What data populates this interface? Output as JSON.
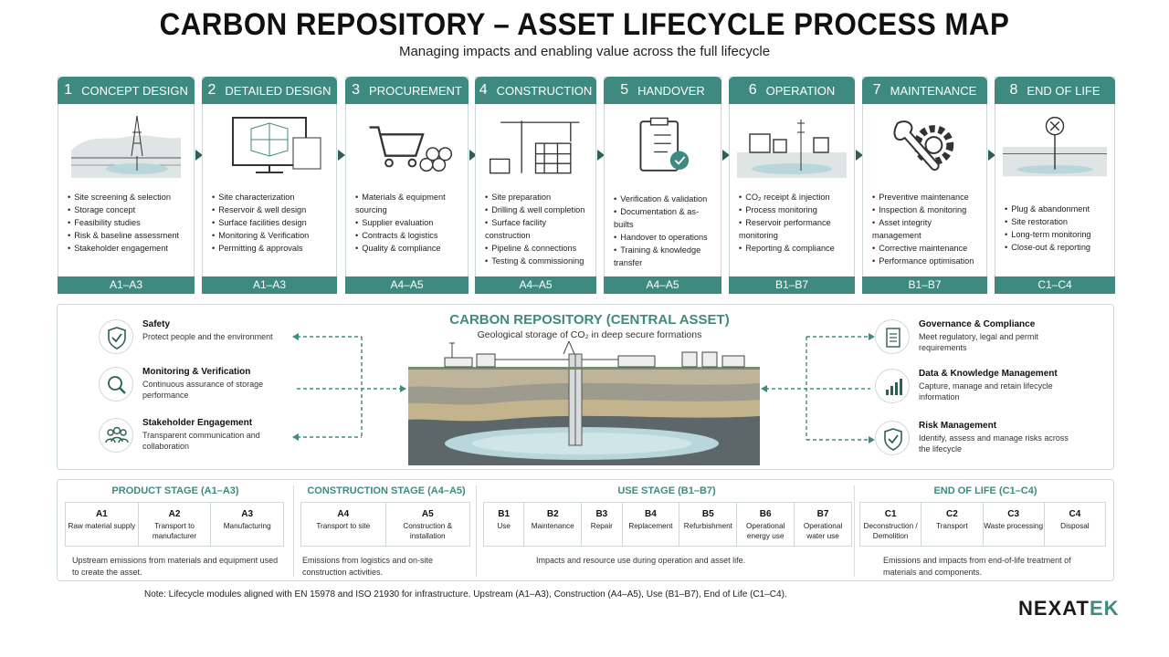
{
  "title": "CARBON REPOSITORY – ASSET LIFECYCLE PROCESS MAP",
  "subtitle": "Managing impacts and enabling value across the full lifecycle",
  "stages": [
    {
      "num": "1",
      "label": "CONCEPT DESIGN",
      "icon": "site-survey-icon",
      "items": [
        "Site screening & selection",
        "Storage concept",
        "Feasibility studies",
        "Risk & baseline assessment",
        "Stakeholder engagement"
      ],
      "modules": "A1–A3"
    },
    {
      "num": "2",
      "label": "DETAILED DESIGN",
      "icon": "design-monitor-icon",
      "items": [
        "Site characterization",
        "Reservoir & well design",
        "Surface facilities design",
        "Monitoring & Verification",
        "Permitting & approvals"
      ],
      "modules": "A1–A3"
    },
    {
      "num": "3",
      "label": "PROCUREMENT",
      "icon": "shopping-cart-icon",
      "items": [
        "Materials & equipment sourcing",
        "Supplier evaluation",
        "Contracts & logistics",
        "Quality & compliance"
      ],
      "modules": "A4–A5"
    },
    {
      "num": "4",
      "label": "CONSTRUCTION",
      "icon": "crane-icon",
      "items": [
        "Site preparation",
        "Drilling & well completion",
        "Surface facility construction",
        "Pipeline & connections",
        "Testing & commissioning"
      ],
      "modules": "A4–A5"
    },
    {
      "num": "5",
      "label": "HANDOVER",
      "icon": "clipboard-check-icon",
      "items": [
        "Verification & validation",
        "Documentation & as-builts",
        "Handover to operations",
        "Training & knowledge transfer"
      ],
      "modules": "A4–A5"
    },
    {
      "num": "6",
      "label": "OPERATION",
      "icon": "injection-facility-icon",
      "items": [
        "CO₂ receipt & injection",
        "Process monitoring",
        "Reservoir performance monitoring",
        "Reporting & compliance"
      ],
      "modules": "B1–B7"
    },
    {
      "num": "7",
      "label": "MAINTENANCE",
      "icon": "wrench-gear-icon",
      "items": [
        "Preventive maintenance",
        "Inspection & monitoring",
        "Asset integrity management",
        "Corrective maintenance",
        "Performance optimisation"
      ],
      "modules": "B1–B7"
    },
    {
      "num": "8",
      "label": "END OF LIFE",
      "icon": "plugged-well-icon",
      "items": [
        "Plug & abandonment",
        "Site restoration",
        "Long-term monitoring",
        "Close-out & reporting"
      ],
      "modules": "C1–C4"
    }
  ],
  "central": {
    "title": "CARBON REPOSITORY (CENTRAL ASSET)",
    "subtitle": "Geological storage of CO₂ in deep secure formations",
    "left": [
      {
        "title": "Safety",
        "desc": "Protect people and the environment",
        "icon": "shield-check-icon"
      },
      {
        "title": "Monitoring & Verification",
        "desc": "Continuous assurance of storage performance",
        "icon": "magnifier-icon"
      },
      {
        "title": "Stakeholder Engagement",
        "desc": "Transparent communication and collaboration",
        "icon": "people-icon"
      }
    ],
    "right": [
      {
        "title": "Governance & Compliance",
        "desc": "Meet regulatory, legal and permit requirements",
        "icon": "checklist-icon"
      },
      {
        "title": "Data & Knowledge Management",
        "desc": "Capture, manage and retain lifecycle information",
        "icon": "bar-chart-icon"
      },
      {
        "title": "Risk Management",
        "desc": "Identify, assess and manage risks across the lifecycle",
        "icon": "shield-check-icon"
      }
    ]
  },
  "lifecycle": {
    "product": {
      "title": "PRODUCT STAGE (A1–A3)",
      "cells": [
        {
          "code": "A1",
          "name": "Raw material supply"
        },
        {
          "code": "A2",
          "name": "Transport to manufacturer"
        },
        {
          "code": "A3",
          "name": "Manufacturing"
        }
      ],
      "note": "Upstream emissions from materials and equipment used to create the asset."
    },
    "construction": {
      "title": "CONSTRUCTION STAGE (A4–A5)",
      "cells": [
        {
          "code": "A4",
          "name": "Transport to site"
        },
        {
          "code": "A5",
          "name": "Construction & installation"
        }
      ],
      "note": "Emissions from logistics and on-site construction activities."
    },
    "use": {
      "title": "USE STAGE (B1–B7)",
      "cells": [
        {
          "code": "B1",
          "name": "Use"
        },
        {
          "code": "B2",
          "name": "Maintenance"
        },
        {
          "code": "B3",
          "name": "Repair"
        },
        {
          "code": "B4",
          "name": "Replacement"
        },
        {
          "code": "B5",
          "name": "Refurbishment"
        },
        {
          "code": "B6",
          "name": "Operational energy use"
        },
        {
          "code": "B7",
          "name": "Operational water use"
        }
      ],
      "note": "Impacts and resource use during operation and asset life."
    },
    "eol": {
      "title": "END OF LIFE (C1–C4)",
      "cells": [
        {
          "code": "C1",
          "name": "Deconstruction / Demolition"
        },
        {
          "code": "C2",
          "name": "Transport"
        },
        {
          "code": "C3",
          "name": "Waste processing"
        },
        {
          "code": "C4",
          "name": "Disposal"
        }
      ],
      "note": "Emissions and impacts from end-of-life treatment of materials and components."
    }
  },
  "note": "Note: Lifecycle modules aligned with EN 15978 and ISO 21930 for infrastructure. Upstream (A1–A3), Construction (A4–A5), Use (B1–B7), End of Life (C1–C4).",
  "logo": {
    "part1": "NEXAT",
    "part2": "EK"
  },
  "colors": {
    "accent": "#3f8a80",
    "dark": "#2e5e58"
  }
}
